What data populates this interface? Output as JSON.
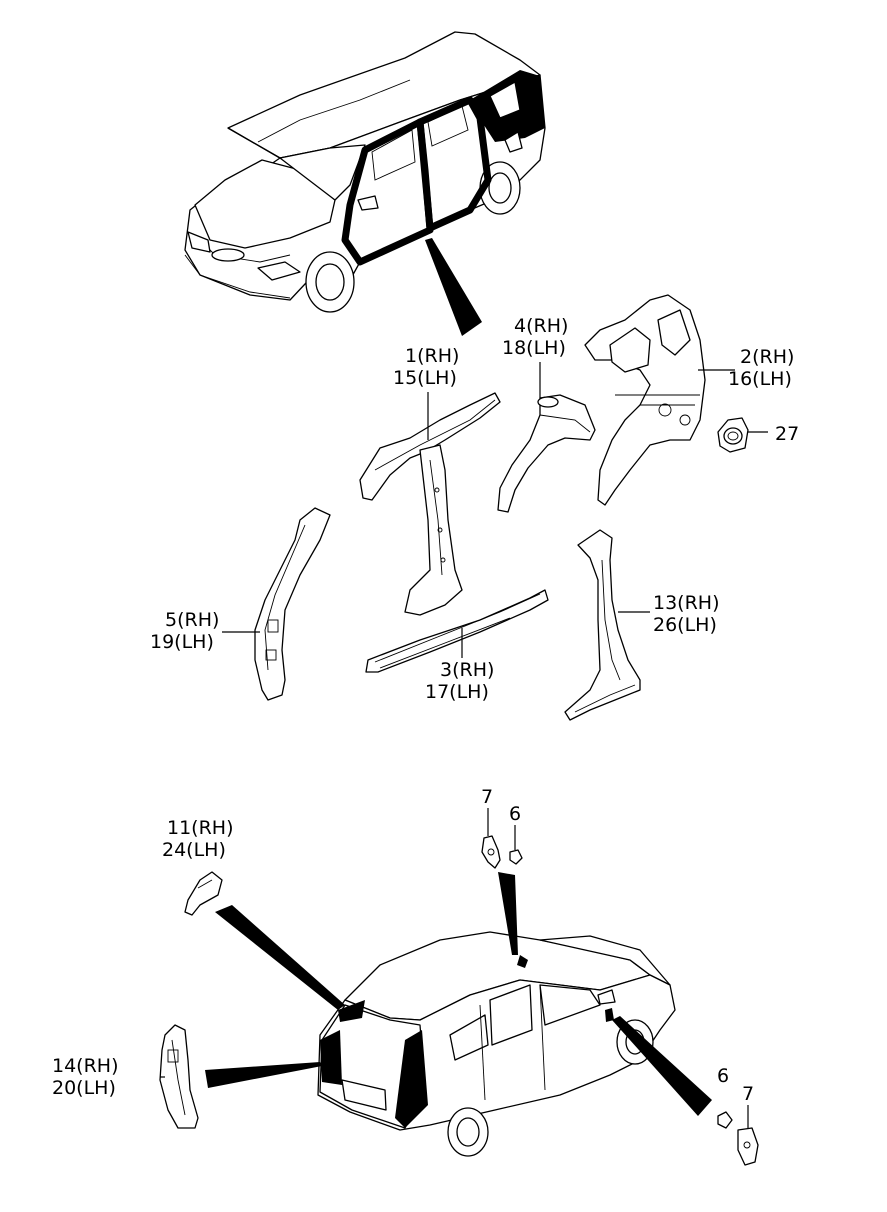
{
  "callouts": {
    "p1": {
      "rh": "1(RH)",
      "lh": "15(LH)"
    },
    "p2": {
      "rh": "2(RH)",
      "lh": "16(LH)"
    },
    "p3": {
      "rh": "3(RH)",
      "lh": "17(LH)"
    },
    "p4": {
      "rh": "4(RH)",
      "lh": "18(LH)"
    },
    "p5": {
      "rh": "5(RH)",
      "lh": "19(LH)"
    },
    "p11": {
      "rh": "11(RH)",
      "lh": "24(LH)"
    },
    "p13": {
      "rh": "13(RH)",
      "lh": "26(LH)"
    },
    "p14": {
      "rh": "14(RH)",
      "lh": "20(LH)"
    },
    "p27": "27",
    "p7_top": "7",
    "p6_top": "6",
    "p6_bottom": "6",
    "p7_bottom": "7"
  }
}
